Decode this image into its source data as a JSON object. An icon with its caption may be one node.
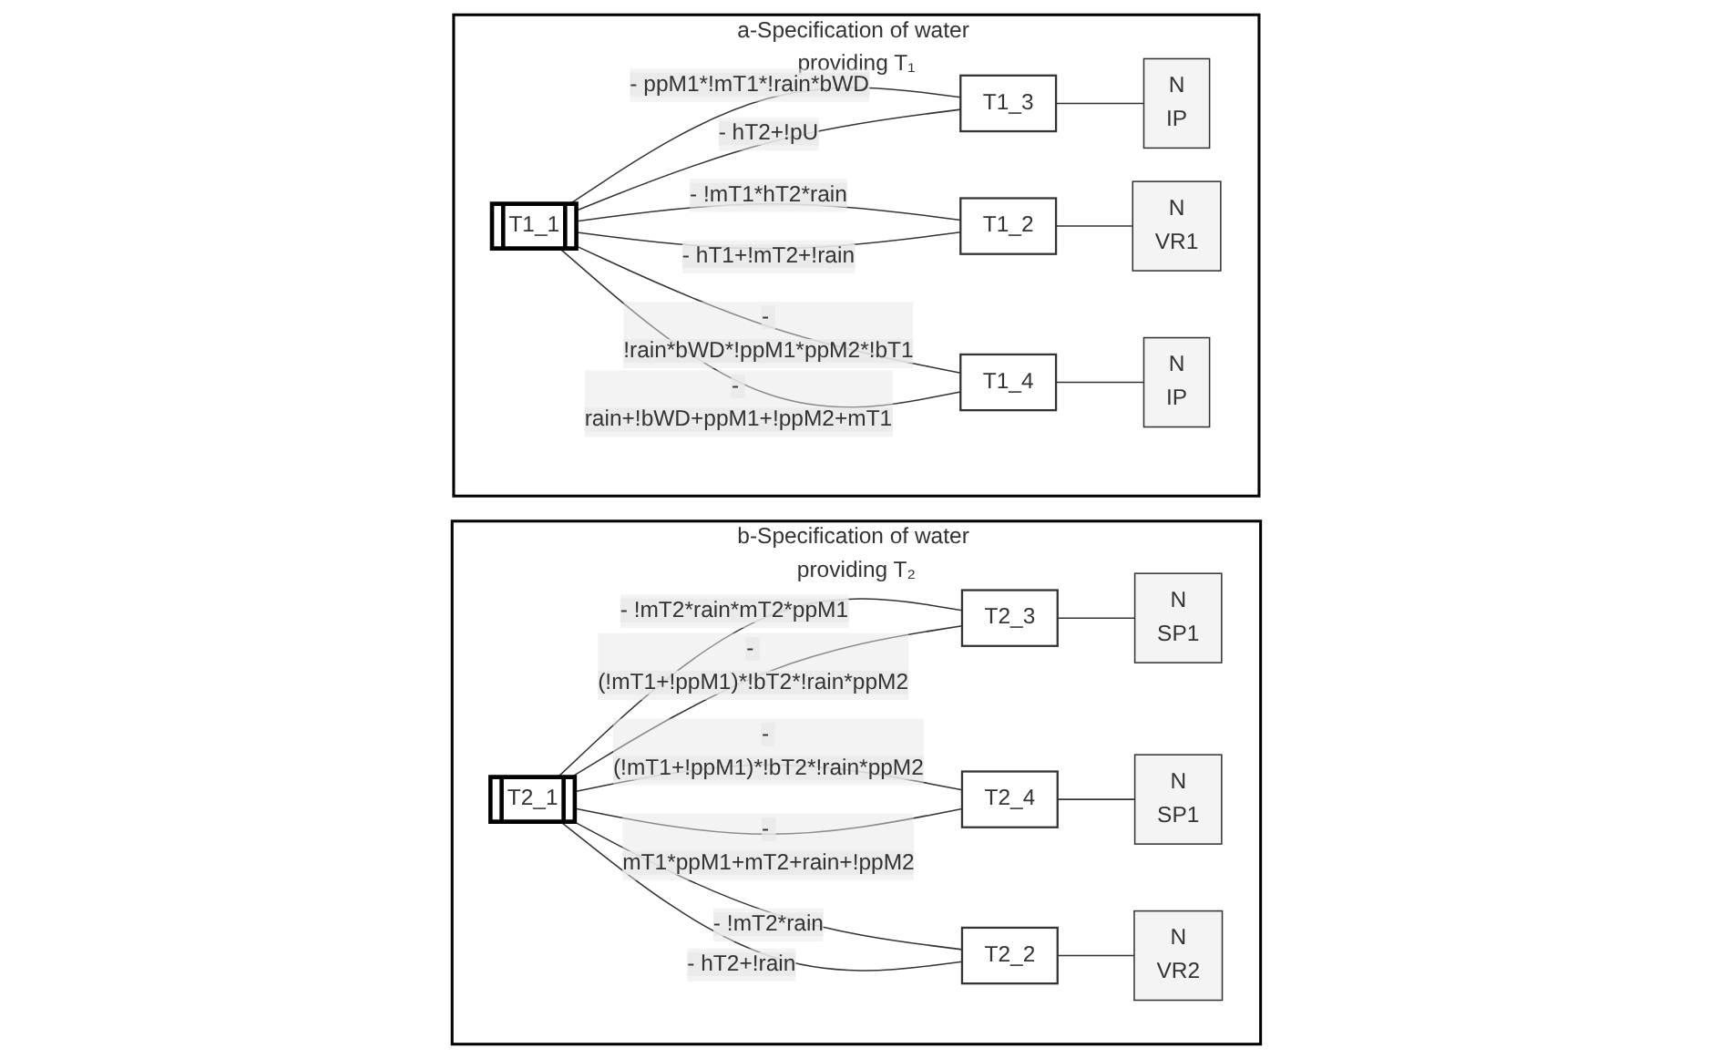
{
  "diagram": {
    "nodes": [
      {
        "text": [
          "a-Specification of water providing T₁"
        ]
      },
      {
        "text": [
          "T1_1"
        ],
        "in": 0
      },
      {
        "text": [
          "T1_3"
        ],
        "in": 0
      },
      {
        "text": [
          "N",
          "IP"
        ],
        "in": 0
      },
      {
        "text": [
          "T1_2"
        ],
        "in": 0
      },
      {
        "text": [
          "N",
          "VR1"
        ],
        "in": 0
      },
      {
        "text": [
          "T1_4"
        ],
        "in": 0
      },
      {
        "text": [
          "N",
          "IP"
        ],
        "in": 0
      },
      {
        "text": [
          "b-Specification of water providing T₂"
        ]
      },
      {
        "text": [
          "T2_1"
        ],
        "in": 8
      },
      {
        "text": [
          "T2_3"
        ],
        "in": 8
      },
      {
        "text": [
          "N",
          "SP1"
        ],
        "in": 8
      },
      {
        "text": [
          "T2_4"
        ],
        "in": 8
      },
      {
        "text": [
          "N",
          "SP1"
        ],
        "in": 8
      },
      {
        "text": [
          "T2_2"
        ],
        "in": 8
      },
      {
        "text": [
          "N",
          "VR2"
        ],
        "in": 8
      }
    ],
    "edges": [
      {
        "from": 1,
        "to": 4,
        "arrow": "none",
        "label": "- !mT1*hT2*rain"
      },
      {
        "from": 1,
        "to": 2,
        "arrow": "none",
        "label": "- ppM1*!mT1*!rain*bWD"
      },
      {
        "from": 1,
        "to": 6,
        "arrow": "none",
        "label": "- !rain*bWD*!ppM1*ppM2*!bT1"
      },
      {
        "from": 4,
        "to": 1,
        "arrow": "none",
        "label": "- hT1+!mT2+!rain"
      },
      {
        "from": 2,
        "to": 1,
        "arrow": "none",
        "label": "- hT2+!pU"
      },
      {
        "from": 6,
        "to": 1,
        "arrow": "none",
        "label": "- rain+!bWD+ppM1+!ppM2+mT1"
      },
      {
        "from": 2,
        "to": 3,
        "arrow": "none"
      },
      {
        "from": 4,
        "to": 5,
        "arrow": "none"
      },
      {
        "from": 6,
        "to": 7,
        "arrow": "none"
      },
      {
        "from": 9,
        "to": 14,
        "arrow": "none",
        "label": "- !mT2*rain"
      },
      {
        "from": 9,
        "to": 10,
        "arrow": "none",
        "label": "- !mT2*rain*mT2*ppM1"
      },
      {
        "from": 9,
        "to": 12,
        "arrow": "none",
        "label": "- (!mT1+!ppM1)*!bT2*!rain*ppM2"
      },
      {
        "from": 14,
        "to": 9,
        "arrow": "none",
        "label": "- hT2+!rain"
      },
      {
        "from": 10,
        "to": 9,
        "arrow": "none",
        "label": "- (!mT1+!ppM1)*!bT2*!rain*ppM2"
      },
      {
        "from": 12,
        "to": 9,
        "arrow": "none",
        "label": "- mT1*ppM1+mT2+rain+!ppM2"
      },
      {
        "from": 10,
        "to": 11,
        "arrow": "none"
      },
      {
        "from": 12,
        "to": 13,
        "arrow": "none"
      },
      {
        "from": 14,
        "to": 15,
        "arrow": "none"
      }
    ]
  }
}
